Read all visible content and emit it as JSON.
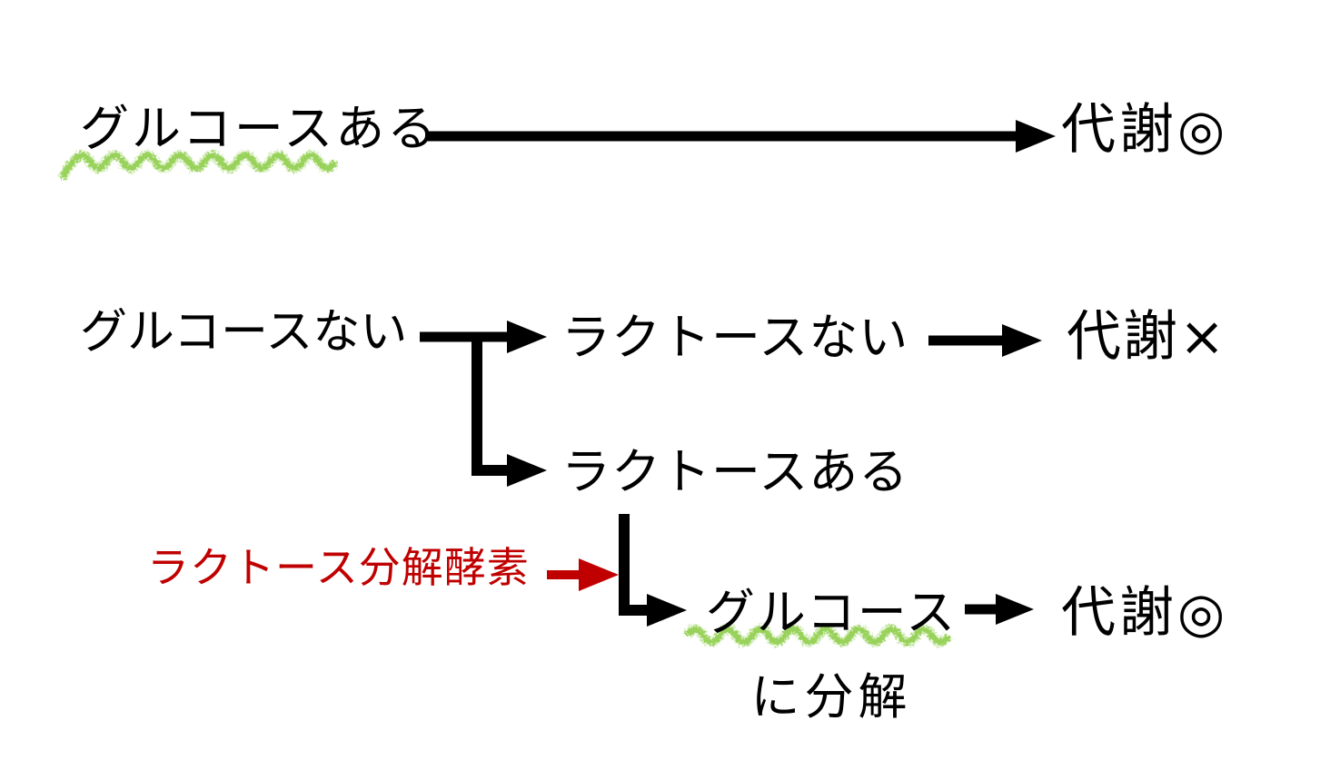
{
  "colors": {
    "line": "#000000",
    "enzyme_red": "#c00000",
    "highlight_green": "#92d050"
  },
  "labels": {
    "glucose_present": "グルコースある",
    "metabolism_good_top": "代謝◎",
    "glucose_absent": "グルコースない",
    "lactose_absent": "ラクトースない",
    "metabolism_bad": "代謝×",
    "lactose_present": "ラクトースある",
    "enzyme": "ラクトース分解酵素",
    "breakdown_line1": "グルコース",
    "breakdown_line2": "に分解",
    "metabolism_good_bottom": "代謝◎"
  }
}
